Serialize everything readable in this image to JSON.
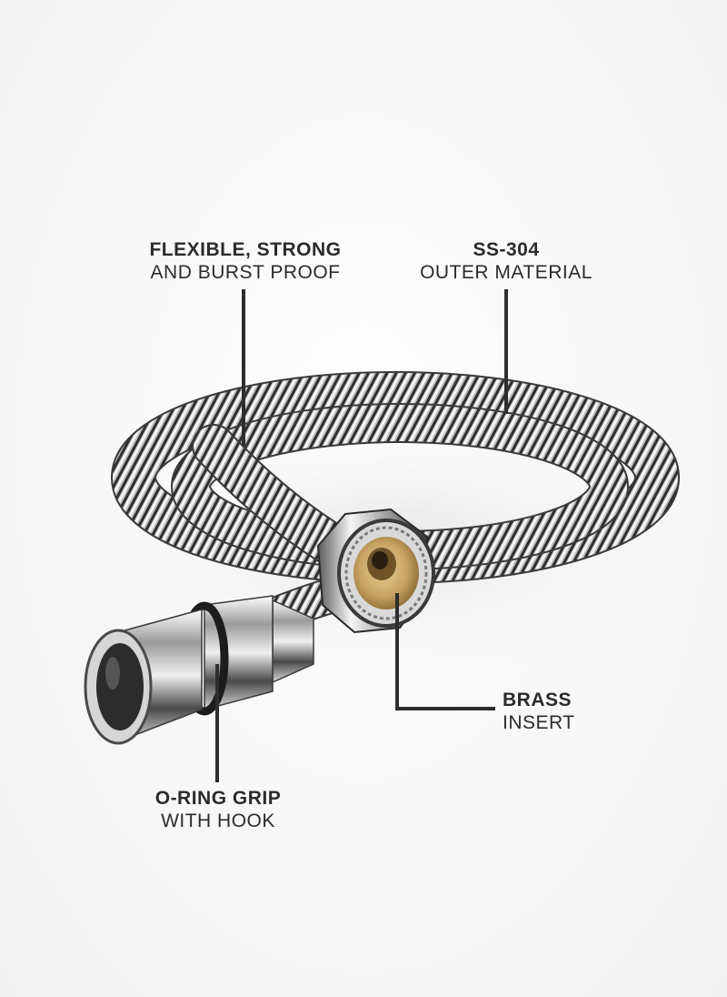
{
  "callouts": {
    "flexible": {
      "line1": "FLEXIBLE, STRONG",
      "line2": "AND BURST PROOF"
    },
    "material": {
      "line1": "SS-304",
      "line2": "OUTER MATERIAL"
    },
    "brass": {
      "line1": "BRASS",
      "line2": "INSERT"
    },
    "oring": {
      "line1": "O-RING GRIP",
      "line2": "WITH HOOK"
    }
  },
  "colors": {
    "text": "#2b2b2b",
    "leader_line": "#2e2e2e",
    "chrome_light": "#f4f4f4",
    "chrome_dark": "#2a2a2a",
    "brass": "#c9a464"
  },
  "icons": {
    "product": "shower-hose-image"
  }
}
